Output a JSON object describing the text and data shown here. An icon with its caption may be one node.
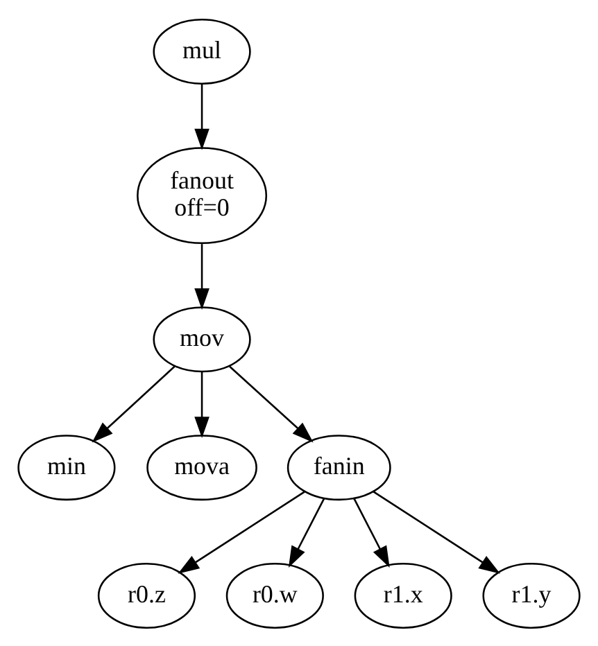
{
  "diagram": {
    "nodes": [
      {
        "text": [
          "mul"
        ]
      },
      {
        "text": [
          "fanout",
          "off=0"
        ]
      },
      {
        "text": [
          "mov"
        ]
      },
      {
        "text": [
          "min"
        ]
      },
      {
        "text": [
          "mova"
        ]
      },
      {
        "text": [
          "fanin"
        ]
      },
      {
        "text": [
          "r0.z"
        ]
      },
      {
        "text": [
          "r0.w"
        ]
      },
      {
        "text": [
          "r1.x"
        ]
      },
      {
        "text": [
          "r1.y"
        ]
      }
    ],
    "edges": [
      {
        "from": 0,
        "to": 1,
        "arrow": "to"
      },
      {
        "from": 1,
        "to": 2,
        "arrow": "to"
      },
      {
        "from": 2,
        "to": 3,
        "arrow": "to"
      },
      {
        "from": 2,
        "to": 4,
        "arrow": "to"
      },
      {
        "from": 2,
        "to": 5,
        "arrow": "to"
      },
      {
        "from": 5,
        "to": 6,
        "arrow": "to"
      },
      {
        "from": 5,
        "to": 7,
        "arrow": "to"
      },
      {
        "from": 5,
        "to": 8,
        "arrow": "to"
      },
      {
        "from": 5,
        "to": 9,
        "arrow": "to"
      }
    ]
  }
}
